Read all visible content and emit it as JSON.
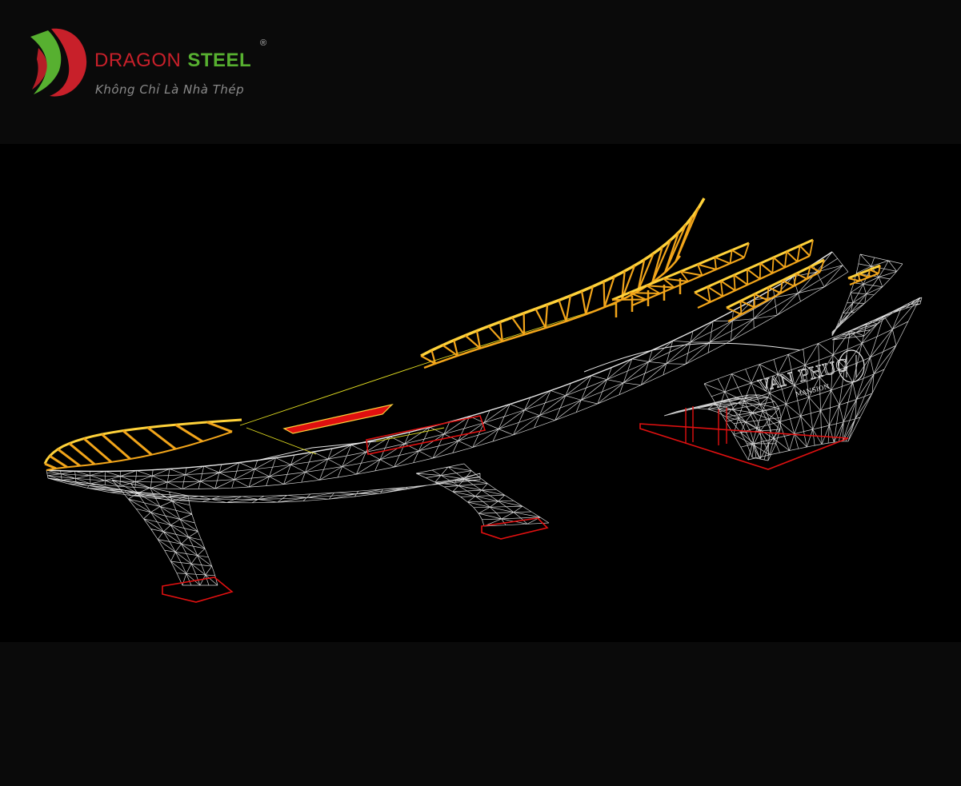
{
  "brand": {
    "name_part1": "DRAGON",
    "name_part2": "STEEL",
    "registered_mark": "®",
    "tagline": "Không Chỉ Là Nhà Thép",
    "colors": {
      "red": "#c8202a",
      "green": "#57b030",
      "tagline_gray": "#8a8a8a"
    }
  },
  "drawing": {
    "sign_text": "VAN PHUC",
    "sign_subtext": "MANSION",
    "colors": {
      "background": "#000000",
      "mesh": "#e8e8e8",
      "truss": "#f2a51a",
      "truss_edge": "#ffd23a",
      "red_outline": "#e01010",
      "guide_line": "#e5e022"
    }
  }
}
